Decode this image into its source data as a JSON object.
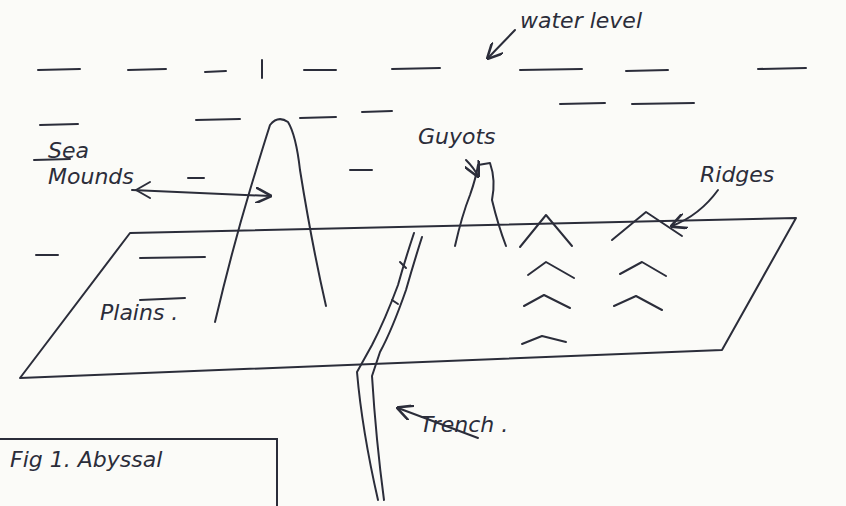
{
  "diagram": {
    "nodes": [
      {
        "text": [
          "Fig 1. Abyssal"
        ]
      }
    ],
    "labels": [
      "water level",
      "Sea Mounds",
      "Guyots",
      "Ridges",
      "Plains .",
      "Trench ."
    ]
  }
}
